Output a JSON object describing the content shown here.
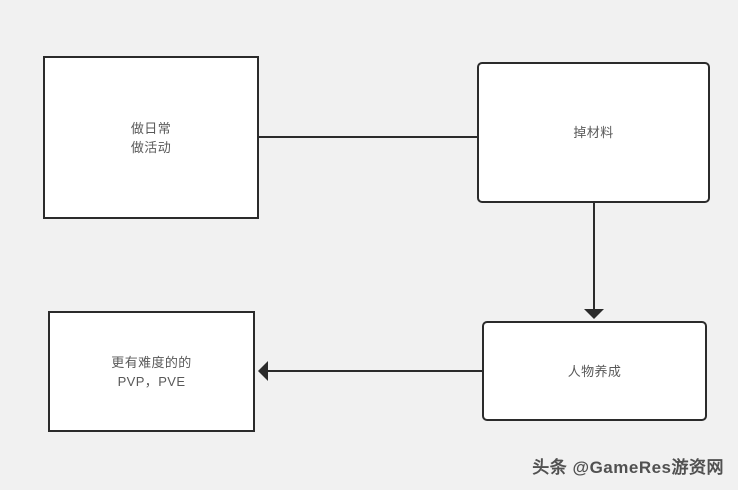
{
  "diagram": {
    "type": "flowchart",
    "background_color": "#f1f1f1",
    "node_fill_color": "#ffffff",
    "node_border_color": "#2b2b2b",
    "text_color": "#595959",
    "connector_color": "#2b2b2b",
    "nodes": [
      {
        "id": "daily",
        "label": "做日常\n做活动",
        "shape": "rectangle",
        "corner": "sharp"
      },
      {
        "id": "materials",
        "label": "掉材料",
        "shape": "rounded-rectangle",
        "corner": "rounded"
      },
      {
        "id": "character",
        "label": "人物养成",
        "shape": "rounded-rectangle",
        "corner": "rounded"
      },
      {
        "id": "pvp",
        "label": "更有难度的的\nPVP，PVE",
        "shape": "rectangle",
        "corner": "sharp"
      }
    ],
    "edges": [
      {
        "id": "edge-daily-to-materials",
        "from": "daily",
        "to": "materials",
        "arrowhead": "none",
        "direction": "right"
      },
      {
        "id": "edge-materials-to-character",
        "from": "materials",
        "to": "character",
        "arrowhead": "filled-triangle",
        "direction": "down"
      },
      {
        "id": "edge-character-to-pvp",
        "from": "character",
        "to": "pvp",
        "arrowhead": "filled-triangle",
        "direction": "left"
      }
    ]
  },
  "watermark": {
    "text": "头条 @GameRes游资网"
  }
}
